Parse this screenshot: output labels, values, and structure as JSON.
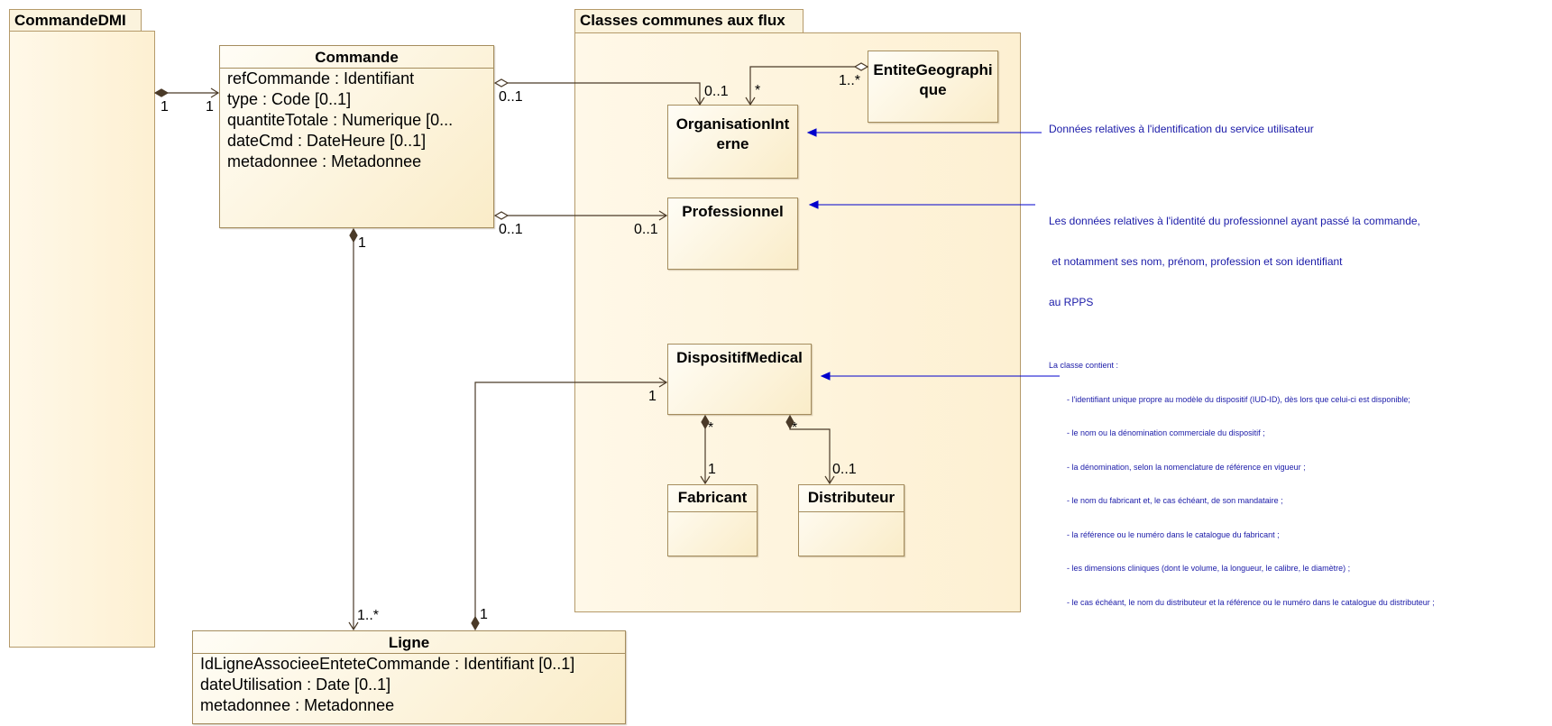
{
  "packages": {
    "commande_dmi": {
      "title": "CommandeDMI"
    },
    "classes_communes": {
      "title": "Classes communes aux flux"
    }
  },
  "classes": {
    "commande": {
      "name": "Commande",
      "attributes": [
        "refCommande : Identifiant",
        "type : Code [0..1]",
        "quantiteTotale : Numerique [0...",
        "dateCmd : DateHeure [0..1]",
        "metadonnee : Metadonnee"
      ]
    },
    "ligne": {
      "name": "Ligne",
      "attributes": [
        "IdLigneAssocieeEnteteCommande : Identifiant [0..1]",
        "dateUtilisation : Date [0..1]",
        "metadonnee : Metadonnee"
      ]
    },
    "organisation_interne": {
      "name": "OrganisationInterne"
    },
    "entite_geographique": {
      "name": "EntiteGeographique"
    },
    "professionnel": {
      "name": "Professionnel"
    },
    "dispositif_medical": {
      "name": "DispositifMedical"
    },
    "fabricant": {
      "name": "Fabricant"
    },
    "distributeur": {
      "name": "Distributeur"
    }
  },
  "multiplicities": {
    "dmi_commande_src": "1",
    "dmi_commande_dst": "1",
    "commande_org_src": "0..1",
    "commande_org_dst": "0..1",
    "entite_org_src": "1..*",
    "entite_org_dst": "*",
    "commande_pro_src": "0..1",
    "commande_pro_dst": "0..1",
    "commande_ligne_src": "1",
    "commande_ligne_dst": "1..*",
    "ligne_dm_src": "1",
    "ligne_dm_dst": "1",
    "dm_fab_src": "*",
    "dm_fab_dst": "1",
    "dm_dist_src": "*",
    "dm_dist_dst": "0..1"
  },
  "notes": {
    "organisation": "Données relatives à l'identification du service utilisateur",
    "professionnel": [
      "Les données relatives à l'identité du professionnel ayant passé la commande,",
      " et notamment ses nom, prénom, profession et son identifiant",
      "au RPPS"
    ],
    "dispositif": [
      "La classe contient :",
      "        - l'identifiant unique propre au modèle du dispositif (IUD-ID), dès lors que celui-ci est disponible;",
      "        - le nom ou la dénomination commerciale du dispositif ;",
      "        - la dénomination, selon la nomenclature de référence en vigueur ;",
      "        - le nom du fabricant et, le cas échéant, de son mandataire ;",
      "        - la référence ou le numéro dans le catalogue du fabricant ;",
      "        - les dimensions cliniques (dont le volume, la longueur, le calibre, le diamètre) ;",
      "        - le cas échéant, le nom du distributeur et la référence ou le numéro dans le catalogue du distributeur ;"
    ]
  },
  "colors": {
    "note_text": "#1a1aa8",
    "note_arrow": "#0000cc",
    "class_border": "#a58d5e",
    "class_fill": "#faecc8"
  }
}
